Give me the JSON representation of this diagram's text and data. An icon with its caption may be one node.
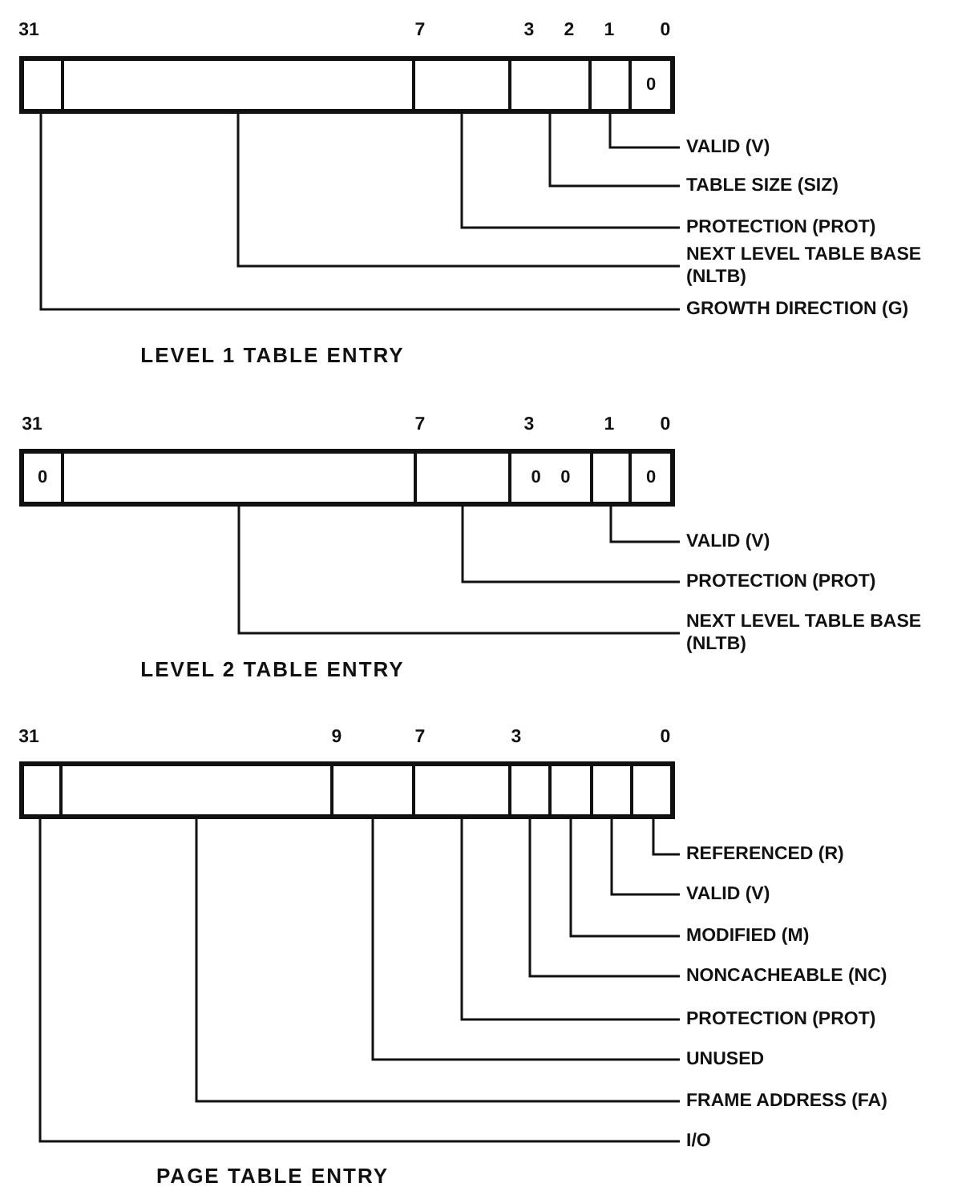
{
  "diagram": {
    "nodes": [
      {
        "text": [],
        "shape": "bar"
      },
      {
        "text": [],
        "shape": "box",
        "in": 0
      },
      {
        "text": [],
        "shape": "box",
        "in": 0
      },
      {
        "text": [],
        "shape": "box",
        "in": 0
      },
      {
        "text": [],
        "shape": "box",
        "in": 0
      },
      {
        "text": [],
        "shape": "box",
        "in": 0
      },
      {
        "text": [
          "0"
        ],
        "in": 0
      },
      {
        "text": [
          "VALID (V)"
        ]
      },
      {
        "text": [
          "TABLE SIZE (SIZ)"
        ]
      },
      {
        "text": [
          "PROTECTION (PROT)"
        ]
      },
      {
        "text": [
          "NEXT LEVEL TABLE BASE (NLTB)"
        ]
      },
      {
        "text": [
          "GROWTH DIRECTION (G)"
        ]
      },
      {
        "text": [],
        "shape": "bar"
      },
      {
        "text": [
          "0"
        ],
        "in": 12
      },
      {
        "text": [],
        "shape": "box",
        "in": 12
      },
      {
        "text": [],
        "shape": "box",
        "in": 12
      },
      {
        "text": [
          "0",
          "0"
        ],
        "in": 12
      },
      {
        "text": [],
        "shape": "box",
        "in": 12
      },
      {
        "text": [
          "0"
        ],
        "in": 12
      },
      {
        "text": [
          "VALID (V)"
        ]
      },
      {
        "text": [
          "PROTECTION (PROT)"
        ]
      },
      {
        "text": [
          "NEXT LEVEL TABLE BASE (NLTB)"
        ]
      },
      {
        "text": [],
        "shape": "bar"
      },
      {
        "text": [],
        "shape": "box",
        "in": 22
      },
      {
        "text": [],
        "shape": "box",
        "in": 22
      },
      {
        "text": [],
        "shape": "box",
        "in": 22
      },
      {
        "text": [],
        "shape": "box",
        "in": 22
      },
      {
        "text": [],
        "shape": "box",
        "in": 22
      },
      {
        "text": [],
        "shape": "box",
        "in": 22
      },
      {
        "text": [],
        "shape": "box",
        "in": 22
      },
      {
        "text": [],
        "shape": "box",
        "in": 22
      },
      {
        "text": [
          "REFERENCED (R)"
        ]
      },
      {
        "text": [
          "VALID (V)"
        ]
      },
      {
        "text": [
          "MODIFIED (M)"
        ]
      },
      {
        "text": [
          "NONCACHEABLE (NC)"
        ]
      },
      {
        "text": [
          "PROTECTION (PROT)"
        ]
      },
      {
        "text": [
          "UNUSED"
        ]
      },
      {
        "text": [
          "FRAME ADDRESS (FA)"
        ]
      },
      {
        "text": [
          "I/O"
        ]
      }
    ],
    "edges": [
      {
        "from": 5,
        "to": 7,
        "arrow": "none"
      },
      {
        "from": 4,
        "to": 8,
        "arrow": "none"
      },
      {
        "from": 3,
        "to": 9,
        "arrow": "none"
      },
      {
        "from": 2,
        "to": 10,
        "arrow": "none"
      },
      {
        "from": 1,
        "to": 11,
        "arrow": "none"
      },
      {
        "from": 17,
        "to": 19,
        "arrow": "none"
      },
      {
        "from": 15,
        "to": 20,
        "arrow": "none"
      },
      {
        "from": 14,
        "to": 21,
        "arrow": "none"
      },
      {
        "from": 30,
        "to": 31,
        "arrow": "none"
      },
      {
        "from": 29,
        "to": 32,
        "arrow": "none"
      },
      {
        "from": 28,
        "to": 33,
        "arrow": "none"
      },
      {
        "from": 27,
        "to": 34,
        "arrow": "none"
      },
      {
        "from": 26,
        "to": 35,
        "arrow": "none"
      },
      {
        "from": 25,
        "to": 36,
        "arrow": "none"
      },
      {
        "from": 24,
        "to": 37,
        "arrow": "none"
      },
      {
        "from": 23,
        "to": 38,
        "arrow": "none"
      }
    ],
    "labels": [
      "31",
      "7",
      "3",
      "2",
      "1",
      "0",
      "LEVEL 1 TABLE ENTRY",
      "31",
      "7",
      "3",
      "1",
      "0",
      "LEVEL 2 TABLE ENTRY",
      "31",
      "9",
      "7",
      "3",
      "0",
      "PAGE TABLE ENTRY"
    ]
  }
}
